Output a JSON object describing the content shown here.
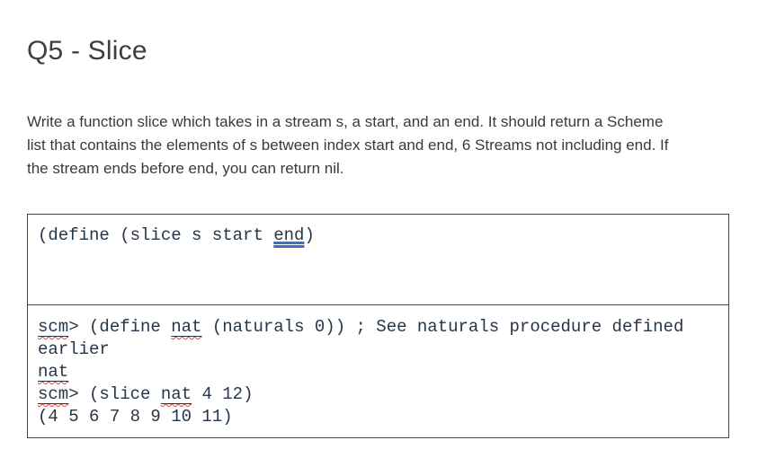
{
  "page": {
    "title": "Q5 - Slice",
    "description": "Write a function slice which takes in a stream s, a start, and an end. It should return a Scheme list that contains the elements of s between index start and end, 6 Streams not including end. If the stream ends before end, you can return nil."
  },
  "colors": {
    "code_text": "#25364a",
    "body_text": "#3a3a3a",
    "title_text": "#3b3e43",
    "box_border": "#474747",
    "spellcheck_squiggle_red": "#e8423b",
    "grammar_double_underline_blue": "#3f6fc1"
  },
  "code_box": {
    "definition_line": {
      "segments": [
        {
          "t": "(define (slice s start ",
          "s": "plain"
        },
        {
          "t": "end",
          "s": "double-underline"
        },
        {
          "t": ")",
          "s": "plain"
        }
      ]
    },
    "repl_lines": [
      {
        "segments": [
          {
            "t": "scm",
            "s": "misspell"
          },
          {
            "t": "> (define ",
            "s": "plain"
          },
          {
            "t": "nat",
            "s": "misspell"
          },
          {
            "t": " (naturals 0)) ; See naturals procedure defined",
            "s": "plain"
          }
        ]
      },
      {
        "segments": [
          {
            "t": "earlier",
            "s": "plain"
          }
        ]
      },
      {
        "segments": [
          {
            "t": "nat",
            "s": "misspell"
          }
        ]
      },
      {
        "segments": [
          {
            "t": "scm",
            "s": "misspell"
          },
          {
            "t": "> (slice ",
            "s": "plain"
          },
          {
            "t": "nat",
            "s": "misspell"
          },
          {
            "t": " 4 12)",
            "s": "plain"
          }
        ]
      },
      {
        "segments": [
          {
            "t": "(4 5 6 7 8 9 10 11)",
            "s": "plain"
          }
        ]
      }
    ]
  }
}
